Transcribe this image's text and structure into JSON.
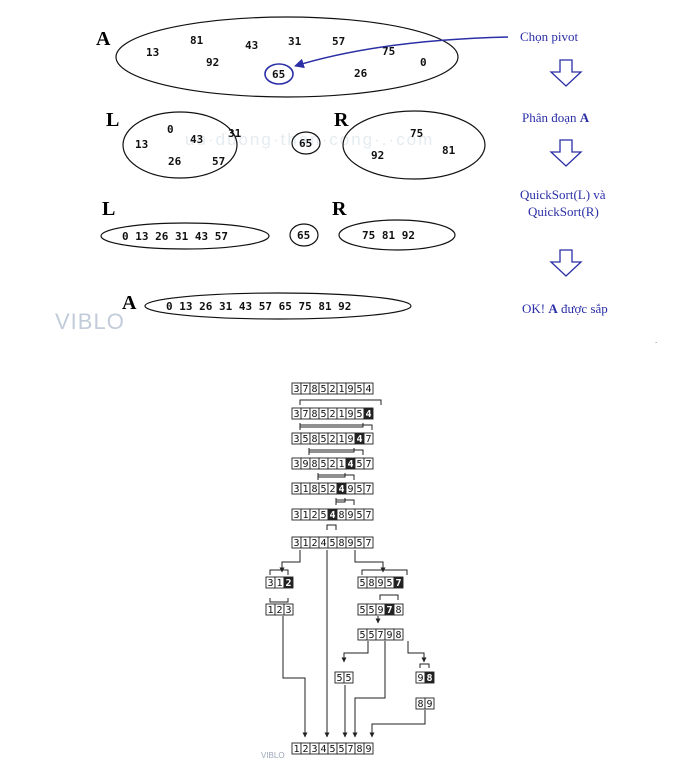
{
  "top": {
    "setA": {
      "label": "A",
      "values": [
        "13",
        "81",
        "92",
        "43",
        "31",
        "57",
        "65",
        "75",
        "26",
        "0"
      ],
      "pivot": "65"
    },
    "setL1": {
      "label": "L",
      "values": [
        "0",
        "13",
        "43",
        "31",
        "26",
        "57"
      ]
    },
    "pivot_mid": "65",
    "setR1": {
      "label": "R",
      "values": [
        "75",
        "92",
        "81"
      ]
    },
    "setL2": {
      "label": "L",
      "text": "0 13 26 31 43 57"
    },
    "pivot_row3": "65",
    "setR2": {
      "label": "R",
      "text": "75 81 92"
    },
    "setA_sorted": {
      "label": "A",
      "text": "0 13 26 31 43 57 65 75 81 92"
    },
    "steps": {
      "choose_pivot": "Chọn pivot",
      "partition_prefix": "Phân đoạn",
      "partition_var": "A",
      "quicksort_line1": "QuickSort(L) và",
      "quicksort_line2": "QuickSort(R)",
      "ok_prefix": "OK!",
      "ok_var": "A",
      "ok_suffix": "được sắp"
    },
    "watermark": "uu·duong·than·cong·.·com",
    "logo": "VIBLO",
    "accent_color": "#2b2fa6"
  },
  "bottom": {
    "rows": [
      {
        "cells": [
          "3",
          "7",
          "8",
          "5",
          "2",
          "1",
          "9",
          "5",
          "4"
        ],
        "pivot_index": -1
      },
      {
        "cells": [
          "3",
          "7",
          "8",
          "5",
          "2",
          "1",
          "9",
          "5",
          "4"
        ],
        "pivot_index": 8
      },
      {
        "cells": [
          "3",
          "5",
          "8",
          "5",
          "2",
          "1",
          "9",
          "4",
          "7"
        ],
        "pivot_index": 7
      },
      {
        "cells": [
          "3",
          "9",
          "8",
          "5",
          "2",
          "1",
          "4",
          "5",
          "7"
        ],
        "pivot_index": 6
      },
      {
        "cells": [
          "3",
          "1",
          "8",
          "5",
          "2",
          "4",
          "9",
          "5",
          "7"
        ],
        "pivot_index": 5
      },
      {
        "cells": [
          "3",
          "1",
          "2",
          "5",
          "4",
          "8",
          "9",
          "5",
          "7"
        ],
        "pivot_index": 4
      },
      {
        "cells": [
          "3",
          "1",
          "2",
          "4",
          "5",
          "8",
          "9",
          "5",
          "7"
        ],
        "pivot_index": -1
      }
    ],
    "left_sub": {
      "cells": [
        "3",
        "1",
        "2"
      ],
      "pivot_index": 2
    },
    "left_sorted": {
      "cells": [
        "1",
        "2",
        "3"
      ]
    },
    "right_sub": {
      "cells": [
        "5",
        "8",
        "9",
        "5",
        "7"
      ],
      "pivot_index": 4
    },
    "right_step": {
      "cells": [
        "5",
        "5",
        "9",
        "7",
        "8"
      ],
      "pivot_index": 3
    },
    "right_step2": {
      "cells": [
        "5",
        "5",
        "7",
        "9",
        "8"
      ]
    },
    "small_left": {
      "cells": [
        "5",
        "5"
      ]
    },
    "small_right": {
      "cells": [
        "9",
        "8"
      ],
      "pivot_index": 1
    },
    "small_right_sorted": {
      "cells": [
        "8",
        "9"
      ]
    },
    "final": {
      "cells": [
        "1",
        "2",
        "3",
        "4",
        "5",
        "5",
        "7",
        "8",
        "9"
      ]
    },
    "logo": "VIBLO"
  }
}
